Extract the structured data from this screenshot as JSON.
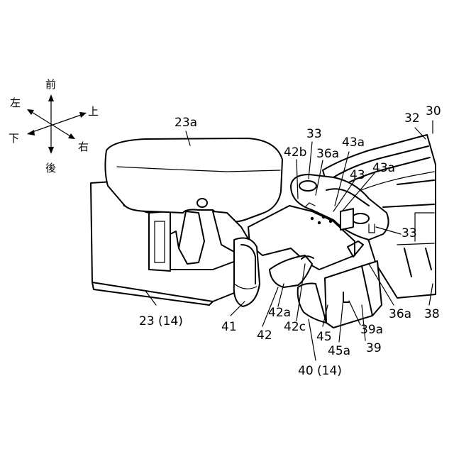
{
  "directions": {
    "front": "前",
    "rear": "後",
    "left": "左",
    "right": "右",
    "up": "上",
    "down": "下"
  },
  "labels": {
    "l23a": "23a",
    "l23_14": "23 (14)",
    "l32": "32",
    "l30": "30",
    "l33_top": "33",
    "l42b": "42b",
    "l36a_top": "36a",
    "l43a_top": "43a",
    "l43": "43",
    "l43a_right": "43a",
    "l33_right": "33",
    "l41": "41",
    "l42": "42",
    "l42a": "42a",
    "l42c": "42c",
    "l45": "45",
    "l45a": "45a",
    "l40_14": "40 (14)",
    "l39a": "39a",
    "l39": "39",
    "l36a_bottom": "36a",
    "l38": "38"
  }
}
